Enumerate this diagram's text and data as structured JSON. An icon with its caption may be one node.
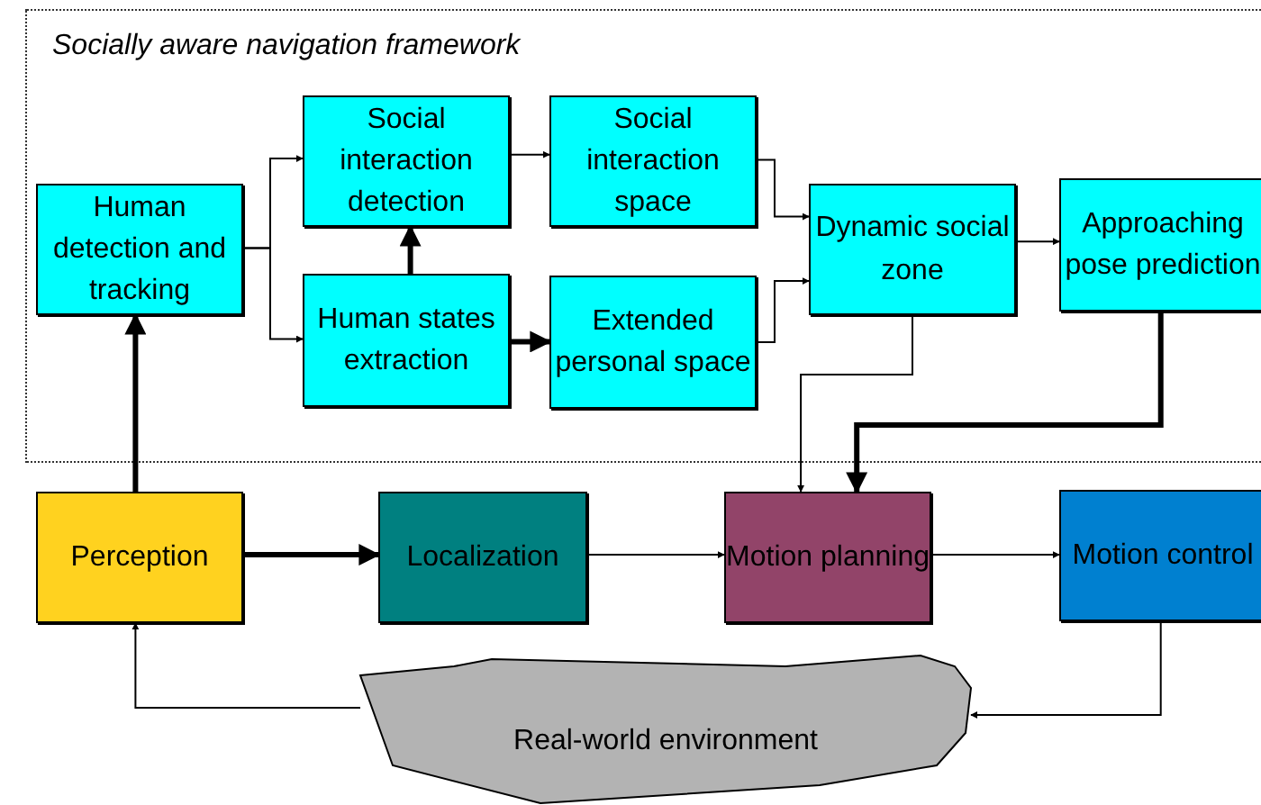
{
  "diagram": {
    "nodes": [
      {
        "text": [
          "Socially aware navigation framework"
        ]
      },
      {
        "text": [
          "Human detection and tracking"
        ],
        "in": 0
      },
      {
        "text": [
          "Social interaction detection"
        ],
        "in": 0
      },
      {
        "text": [
          "Human states extraction"
        ],
        "in": 0
      },
      {
        "text": [
          "Social interaction space"
        ],
        "in": 0
      },
      {
        "text": [
          "Extended personal space"
        ],
        "in": 0
      },
      {
        "text": [
          "Dynamic social zone"
        ],
        "in": 0
      },
      {
        "text": [
          "Approaching pose prediction"
        ],
        "in": 0
      },
      {
        "text": [
          "Perception"
        ]
      },
      {
        "text": [
          "Localization"
        ]
      },
      {
        "text": [
          "Motion planning"
        ]
      },
      {
        "text": [
          "Motion control"
        ]
      },
      {
        "text": [
          "Real-world environment"
        ]
      }
    ],
    "edges": [
      {
        "from": 1,
        "to": 2,
        "arrow": "to"
      },
      {
        "from": 1,
        "to": 3,
        "arrow": "to"
      },
      {
        "from": 3,
        "to": 2,
        "arrow": "to",
        "style": "thick"
      },
      {
        "from": 2,
        "to": 4,
        "arrow": "to"
      },
      {
        "from": 3,
        "to": 5,
        "arrow": "to",
        "style": "thick"
      },
      {
        "from": 4,
        "to": 6,
        "arrow": "to"
      },
      {
        "from": 5,
        "to": 6,
        "arrow": "to"
      },
      {
        "from": 6,
        "to": 7,
        "arrow": "to"
      },
      {
        "from": 6,
        "to": 10,
        "arrow": "to"
      },
      {
        "from": 7,
        "to": 10,
        "arrow": "to",
        "style": "thick"
      },
      {
        "from": 8,
        "to": 1,
        "arrow": "to",
        "style": "thick"
      },
      {
        "from": 8,
        "to": 9,
        "arrow": "to",
        "style": "thick"
      },
      {
        "from": 9,
        "to": 10,
        "arrow": "to"
      },
      {
        "from": 10,
        "to": 11,
        "arrow": "to"
      },
      {
        "from": 11,
        "to": 12,
        "arrow": "to"
      },
      {
        "from": 12,
        "to": 8,
        "arrow": "to"
      }
    ]
  }
}
